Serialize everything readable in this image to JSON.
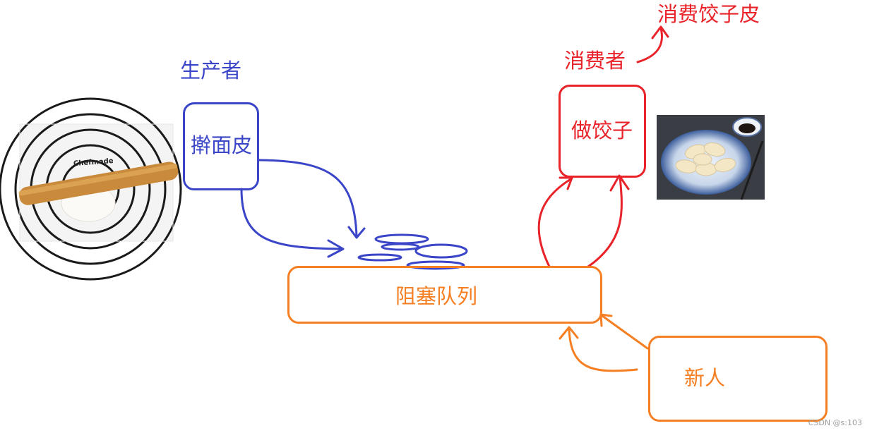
{
  "labels": {
    "producer": "生产者",
    "consumer": "消费者",
    "consume_wrapper": "消费饺子皮",
    "roll_wrapper": "擀面皮",
    "make_dumpling": "做饺子",
    "blocking_queue": "阻塞队列",
    "newcomer": "新人",
    "board_brand": "Chefmade",
    "watermark": "CSDN @s:103"
  },
  "colors": {
    "producer": "#3a45c8",
    "consumer": "#e8232a",
    "queue": "#f57f22"
  },
  "images": {
    "left": "rolling-pin-photo",
    "right": "dumpling-plate-photo"
  }
}
